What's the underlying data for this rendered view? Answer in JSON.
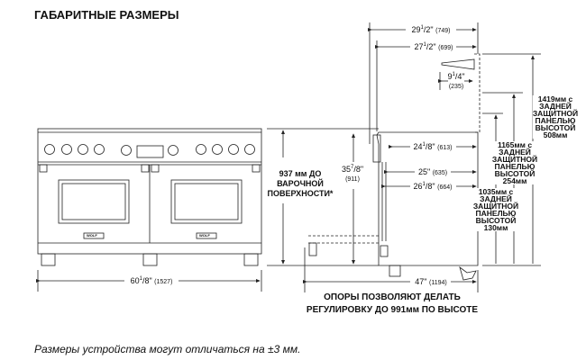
{
  "title": "ГАБАРИТНЫЕ РАЗМЕРЫ",
  "front": {
    "width": {
      "whole": "60",
      "num": "1",
      "den": "/8\"",
      "mm": "(1527)"
    },
    "height_note": [
      "937 мм ДО",
      "ВАРОЧНОЙ",
      "ПОВЕРХНОСТИ*"
    ],
    "brand": "WOLF"
  },
  "side": {
    "depth_total": {
      "whole": "29",
      "num": "1",
      "den": "/2\"",
      "mm": "(749)"
    },
    "depth_body": {
      "whole": "27",
      "num": "1",
      "den": "/2\"",
      "mm": "(699)"
    },
    "shelf": {
      "whole": "9",
      "num": "1",
      "den": "/4\"",
      "mm": "(235)"
    },
    "d1": {
      "whole": "24",
      "num": "1",
      "den": "/8\"",
      "mm": "(613)"
    },
    "d2": {
      "whole": "25\"",
      "num": "",
      "den": "",
      "mm": "(635)"
    },
    "d3": {
      "whole": "26",
      "num": "1",
      "den": "/8\"",
      "mm": "(664)"
    },
    "height": {
      "whole": "35",
      "num": "7",
      "den": "/8\"",
      "mm": "(911)"
    },
    "depth_open": {
      "whole": "47\"",
      "mm": "(1194)"
    },
    "h1419": [
      "1419мм с",
      "ЗАДНЕЙ",
      "ЗАЩИТНОЙ",
      "ПАНЕЛЬЮ",
      "ВЫСОТОЙ",
      "508мм"
    ],
    "h1165": [
      "1165мм с",
      "ЗАДНЕЙ",
      "ЗАЩИТНОЙ",
      "ПАНЕЛЬЮ",
      "ВЫСОТОЙ",
      "254мм"
    ],
    "h1035": [
      "1035мм с",
      "ЗАДНЕЙ",
      "ЗАЩИТНОЙ",
      "ПАНЕЛЬЮ",
      "ВЫСОТОЙ",
      "130мм"
    ],
    "legs_note": [
      "ОПОРЫ ПОЗВОЛЯЮТ ДЕЛАТЬ",
      "РЕГУЛИРОВКУ ДО 991мм ПО ВЫСОТЕ"
    ]
  },
  "footer": "Размеры устройства могут отличаться на ±3 мм."
}
